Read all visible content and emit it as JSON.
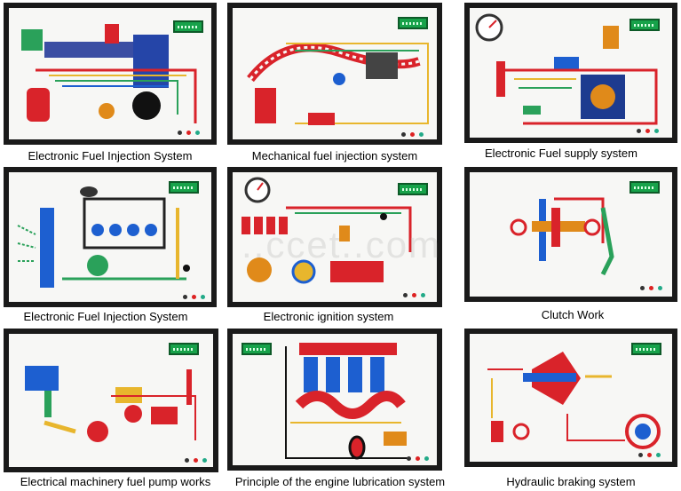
{
  "panels": [
    {
      "caption": "Electronic Fuel Injection System"
    },
    {
      "caption": "Mechanical fuel injection system"
    },
    {
      "caption": "Electronic Fuel supply system"
    },
    {
      "caption": "Electronic Fuel Injection System"
    },
    {
      "caption": "Electronic ignition system"
    },
    {
      "caption": "Clutch Work"
    },
    {
      "caption": "Electrical machinery fuel pump works"
    },
    {
      "caption": "Principle of the engine lubrication system"
    },
    {
      "caption": "Hydraulic braking system"
    }
  ],
  "watermark": "..ccet..com",
  "colors": {
    "frame": "#1a1a1a",
    "board": "#f7f7f5",
    "display": "#17a24a",
    "pipe_red": "#d9232a",
    "pipe_blue": "#1d5fd0"
  }
}
